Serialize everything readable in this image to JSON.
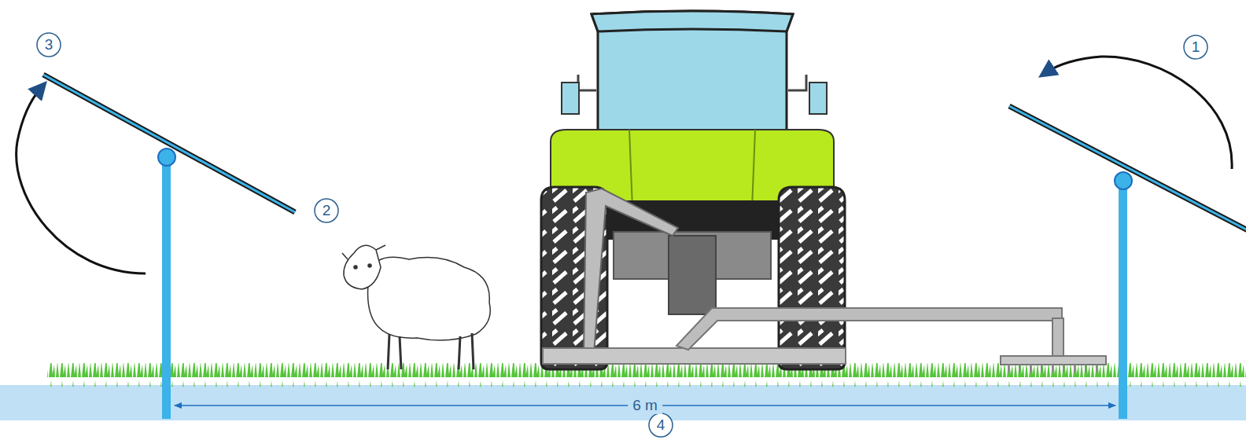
{
  "diagram": {
    "labels": [
      "3",
      "1",
      "2",
      "6 m",
      "4"
    ]
  }
}
